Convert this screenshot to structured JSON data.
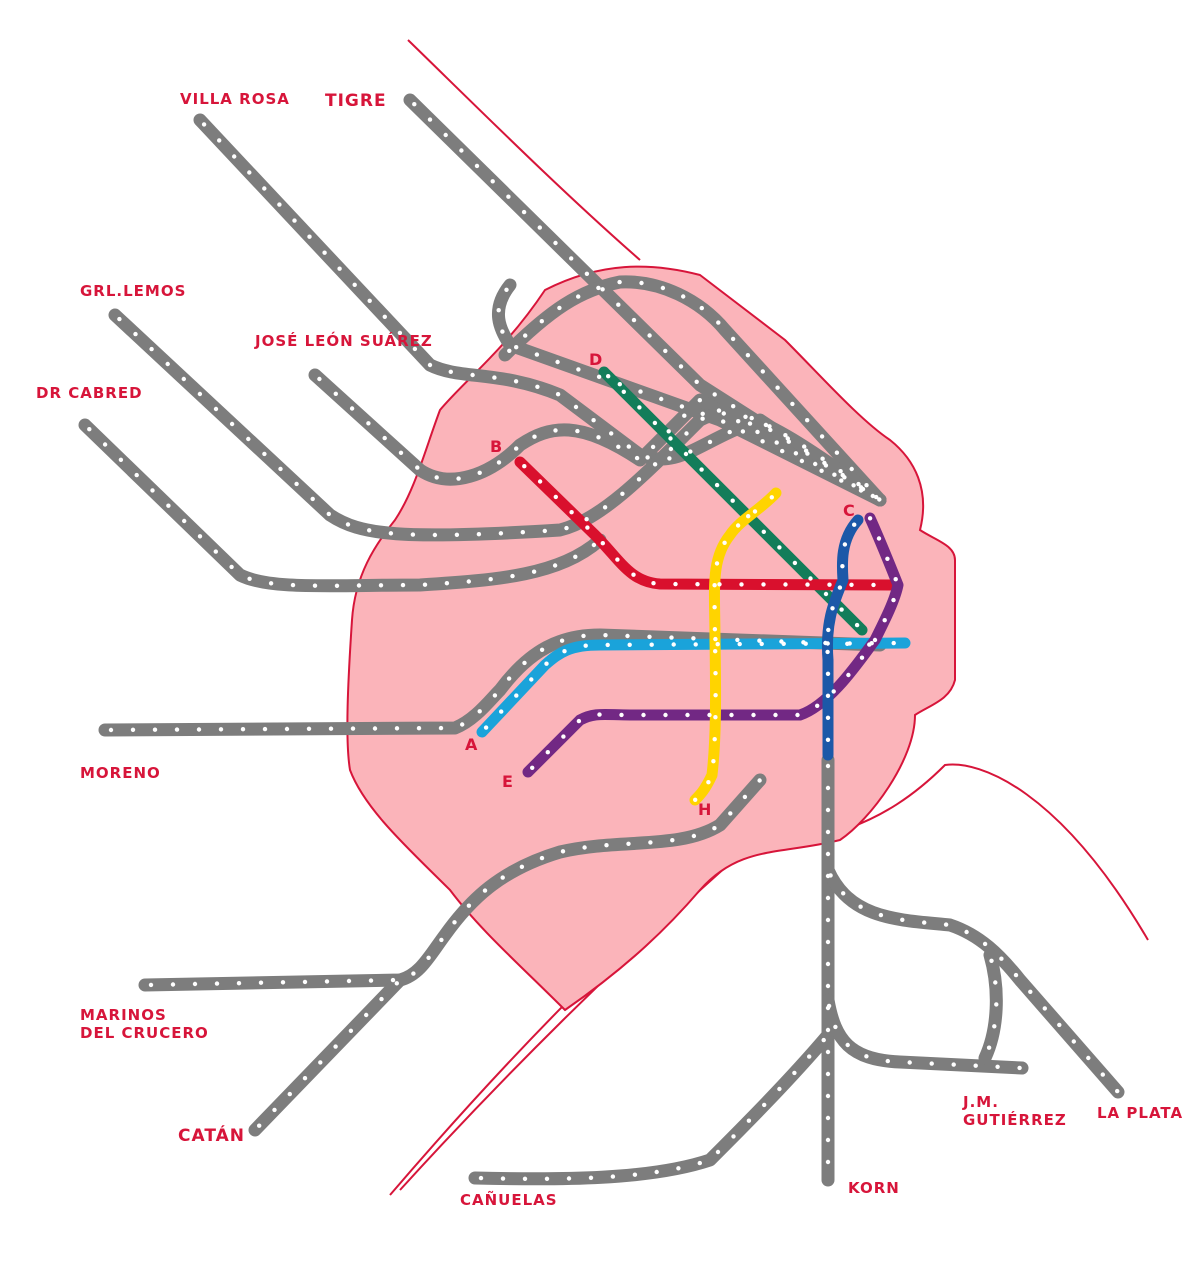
{
  "colors": {
    "city_fill": "#fbb4ba",
    "city_stroke": "#d7153a",
    "rail": "#7d7d7d",
    "station_dot": "#ffffff",
    "label": "#d7153a",
    "coast": "#d7153a",
    "line_A": "#1aa3da",
    "line_B": "#d9102d",
    "line_C": "#1c58a8",
    "line_D": "#137d5a",
    "line_E": "#722884",
    "line_H": "#ffd400"
  },
  "rail_terminals": {
    "villa_rosa": "VILLA ROSA",
    "tigre": "TIGRE",
    "grl_lemos": "GRL.LEMOS",
    "jose_leon_suarez": "JOSÉ LEÓN SUÁREZ",
    "dr_cabred": "DR CABRED",
    "moreno": "MORENO",
    "marinos_line1": "MARINOS",
    "marinos_line2": "DEL CRUCERO",
    "catan": "CATÁN",
    "canuelas": "CAÑUELAS",
    "korn": "KORN",
    "gutierrez_line1": "J.M.",
    "gutierrez_line2": "GUTIÉRREZ",
    "la_plata": "LA PLATA"
  },
  "subte_lines": {
    "A": "A",
    "B": "B",
    "C": "C",
    "D": "D",
    "E": "E",
    "H": "H"
  }
}
